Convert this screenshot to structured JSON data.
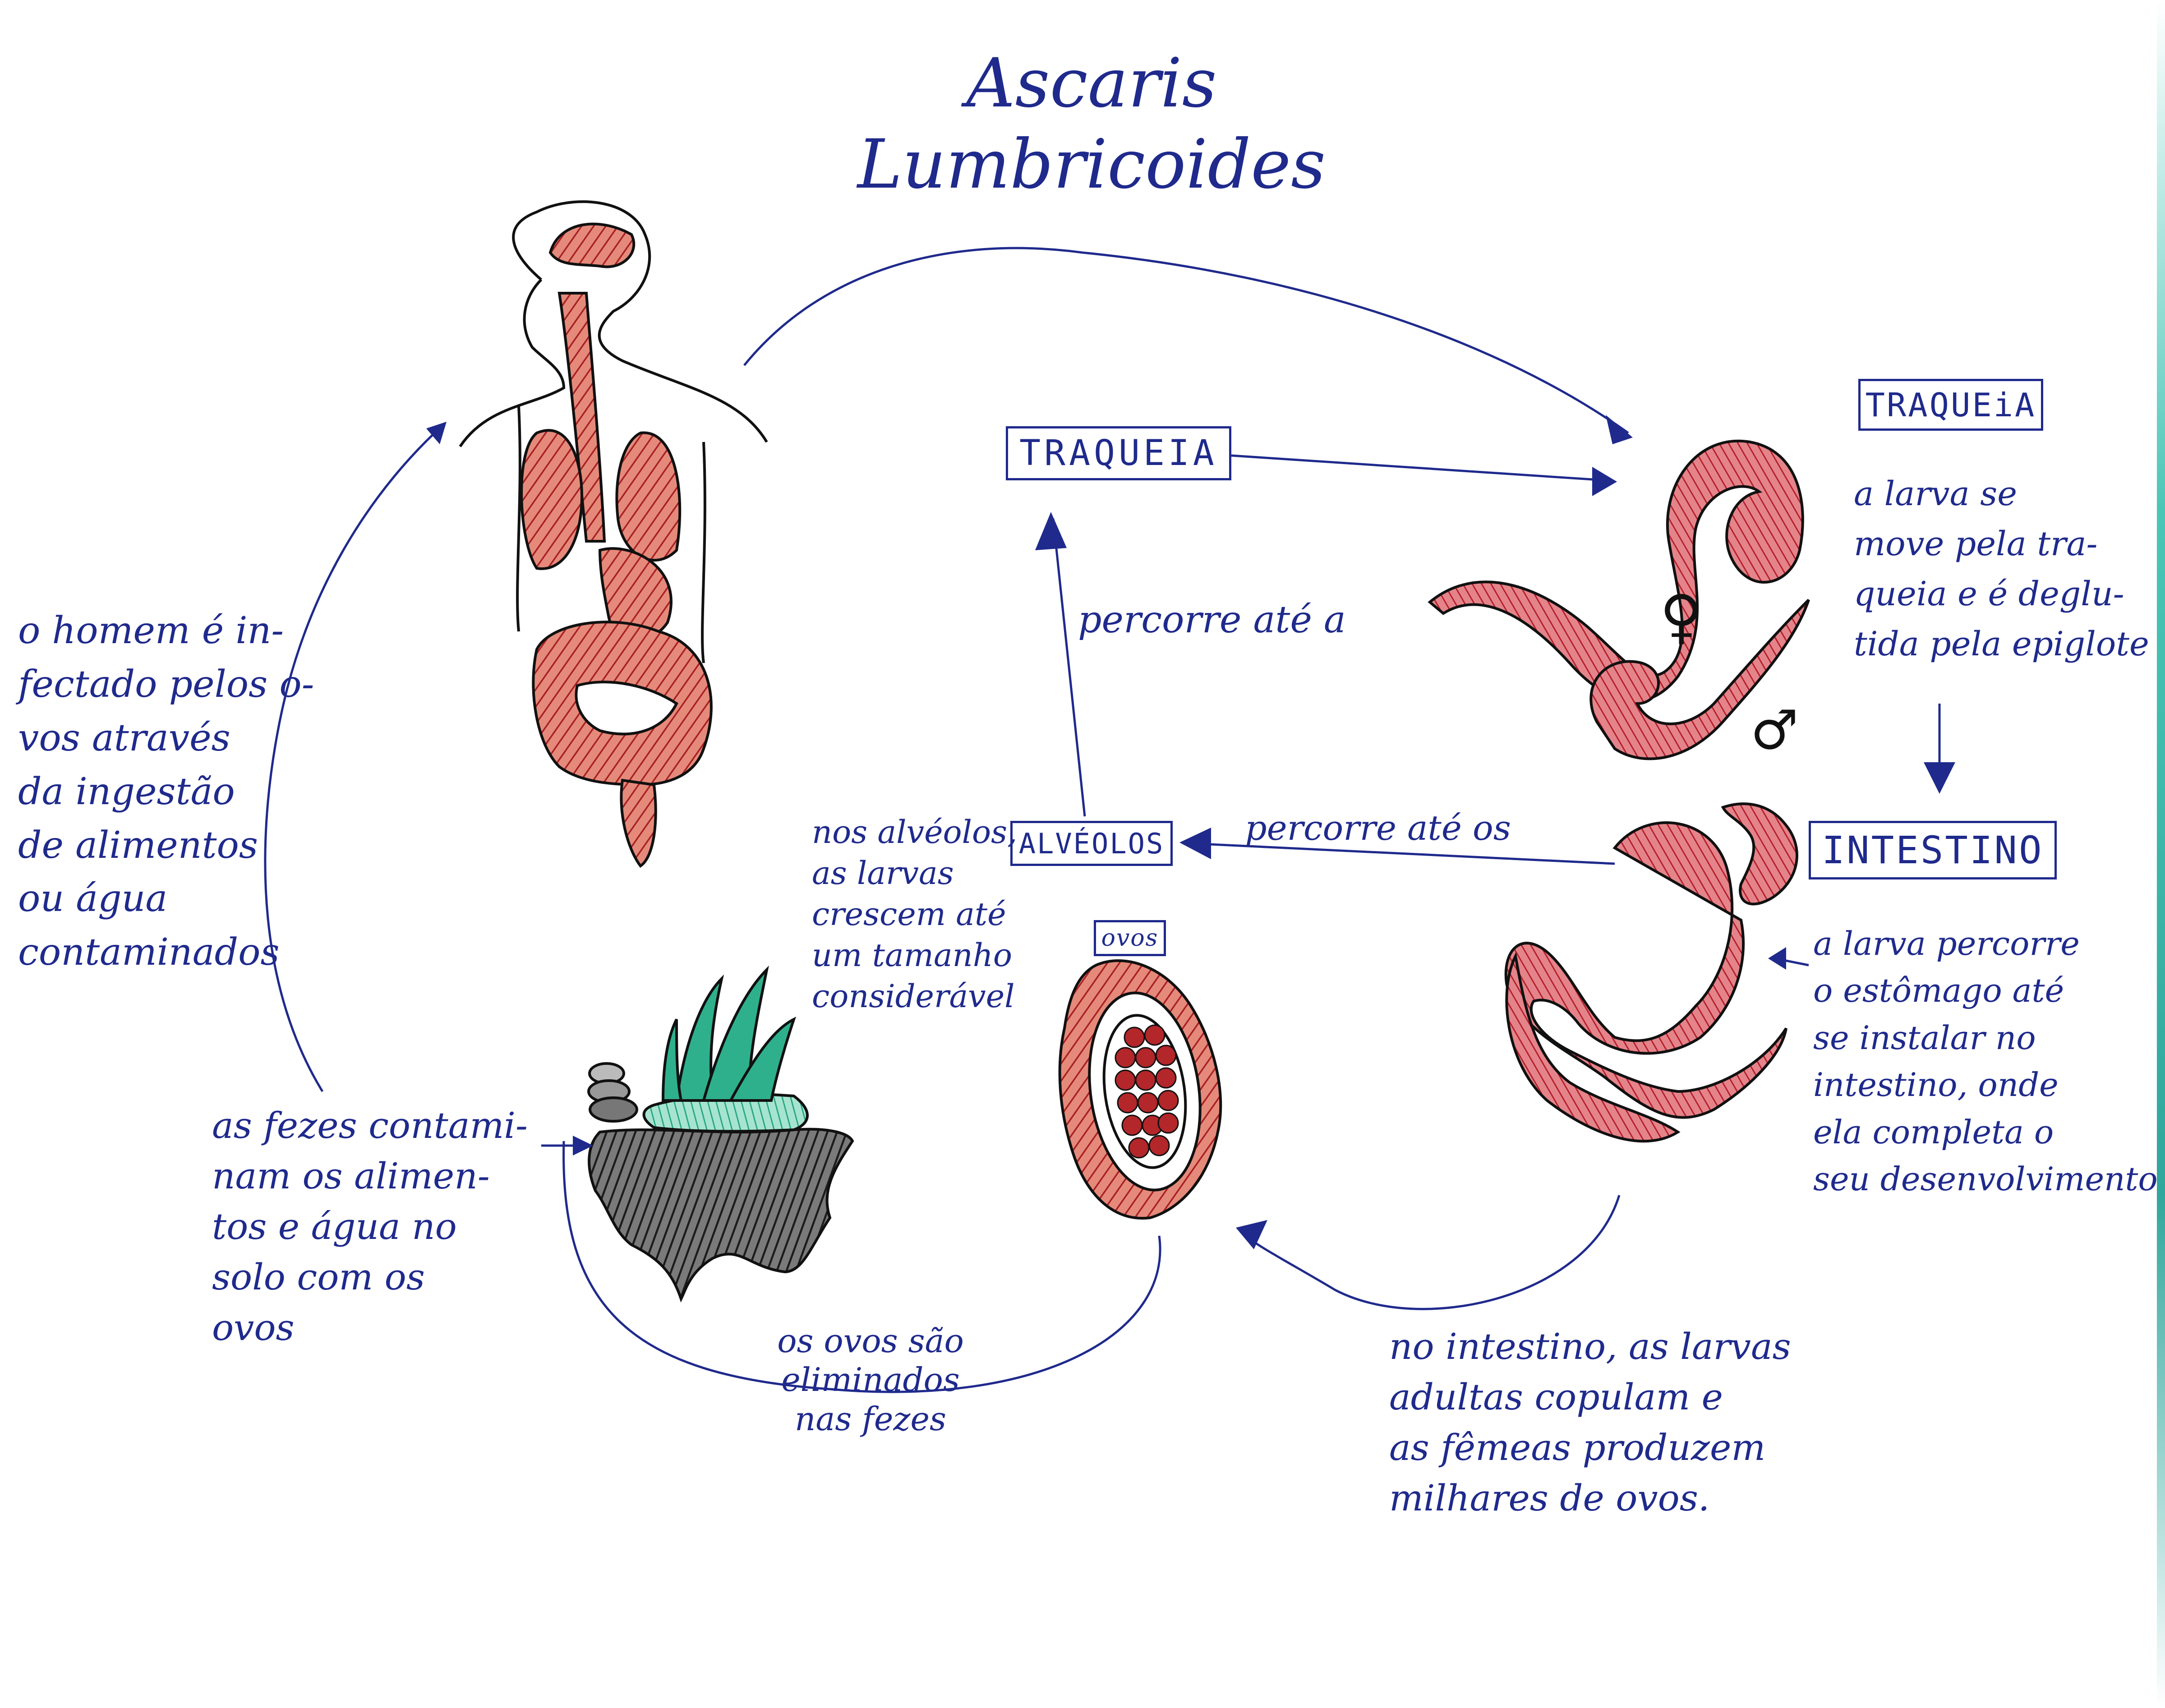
{
  "title": "Ascaris Lumbricoides",
  "boxes": {
    "traqueia_center": "TRAQUEIA",
    "traqueia_right": "TRAQUEiA",
    "alveolos": "ALVÉOLOS",
    "intestino": "INTESTINO",
    "ovos": "ovos"
  },
  "labels": {
    "percorre_ate_a": "percorre até a",
    "percorre_ate_os": "percorre até os",
    "ovos_eliminados": "os ovos são eliminados\nnas fezes"
  },
  "notes": {
    "homem_infectado": "o homem é in-\nfectado pelos o-\nvos através\nda ingestão\nde alimentos\nou água\ncontaminados",
    "fezes_contaminam": "as fezes contami-\nnam os alimen-\ntos e água no\nsolo com os\novos",
    "alveolos_larvas": "nos alvéolos,\nas larvas\ncrescem até\num tamanho\nconsiderável",
    "larva_traqueia": "a larva se\nmove pela tra-\nqueia e é deglu-\ntida pela epiglote",
    "larva_estomago": "a larva percorre\no estômago até\nse instalar no\nintestino, onde\nela completa o\nseu desenvolvimento",
    "intestino_copulam": "no intestino, as larvas\nadultas copulam e\nas fêmeas produzem\nmilhares de ovos."
  },
  "symbols": {
    "female": "♀",
    "male": "♂"
  },
  "colors": {
    "ink": "#1f2a8c",
    "organ_red": "#b32a2a",
    "organ_light": "#e07a6a",
    "worm_red": "#c0262e",
    "water_green": "#3fbf9a",
    "soil_black": "#2b2b2b"
  }
}
